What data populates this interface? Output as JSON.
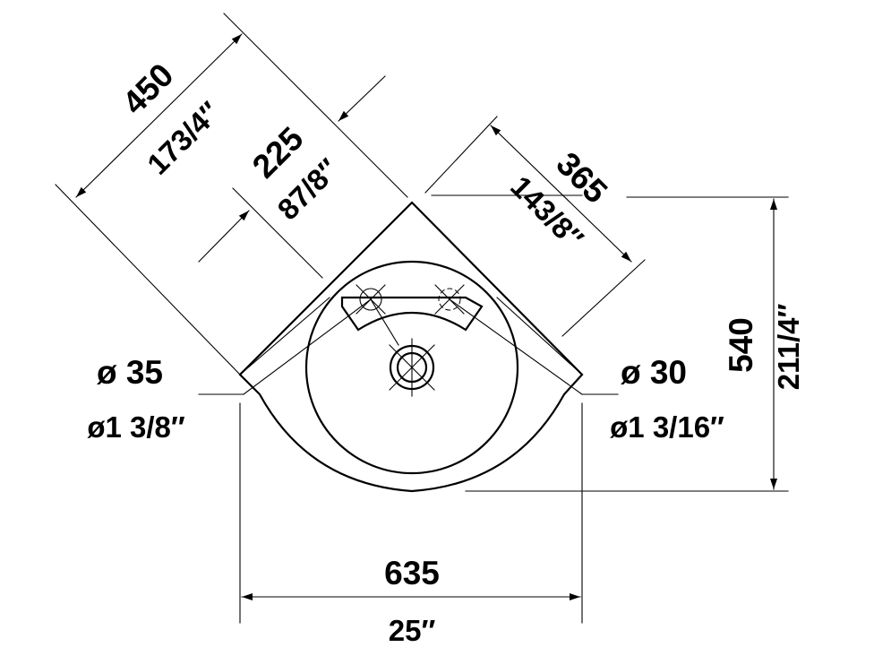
{
  "dimensions": {
    "overall_depth_mm": "450",
    "overall_depth_in": "173/4″",
    "tap_offset_mm": "225",
    "tap_offset_in": "87/8″",
    "side_length_mm": "365",
    "side_length_in": "143/8″",
    "height_mm": "540",
    "height_in": "211/4″",
    "width_mm": "635",
    "width_in": "25″",
    "tap_hole_mm": "ø 35",
    "tap_hole_in": "ø1 3/8″",
    "drain_hole_mm": "ø 30",
    "drain_hole_in": "ø1 3/16″"
  },
  "colors": {
    "line": "#000000",
    "background": "#ffffff"
  }
}
